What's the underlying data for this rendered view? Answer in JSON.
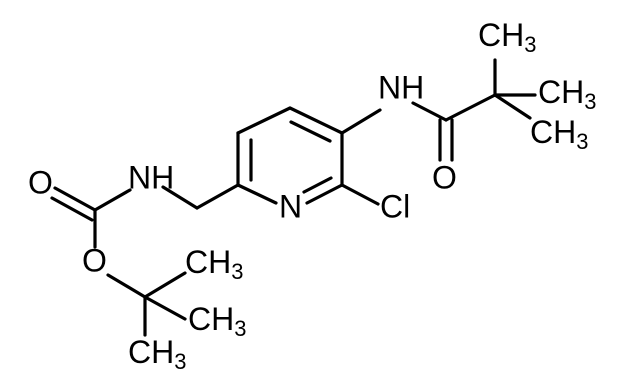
{
  "molecule": {
    "atoms": {
      "carbamate_nh": "NH",
      "carbamate_carbonyl_o": "O",
      "carbamate_ester_o": "O",
      "ring_n": "N",
      "chloro": "Cl",
      "amide_nh": "NH",
      "amide_carbonyl_o": "O"
    },
    "methyl_groups": [
      {
        "element": "CH",
        "count": "3"
      },
      {
        "element": "CH",
        "count": "3"
      },
      {
        "element": "CH",
        "count": "3"
      },
      {
        "element": "CH",
        "count": "3"
      },
      {
        "element": "CH",
        "count": "3"
      },
      {
        "element": "CH",
        "count": "3"
      }
    ]
  }
}
